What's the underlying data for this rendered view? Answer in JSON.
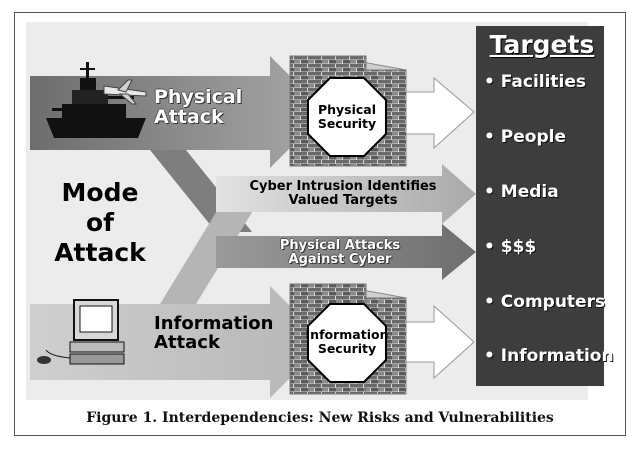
{
  "diagram": {
    "mode_label": [
      "Mode",
      "of",
      "Attack"
    ],
    "physical_attack": [
      "Physical",
      "Attack"
    ],
    "information_attack": [
      "Information",
      "Attack"
    ],
    "physical_security": [
      "Physical",
      "Security"
    ],
    "information_security": [
      "Information",
      "Security"
    ],
    "cyber_intrusion": [
      "Cyber Intrusion Identifies",
      "Valued Targets"
    ],
    "physical_attacks_cyber": [
      "Physical Attacks",
      "Against Cyber"
    ],
    "targets_title": "Targets",
    "targets": [
      "• Facilities",
      "• People",
      "• Media",
      "• $$$",
      "• Computers",
      "• Information"
    ]
  },
  "caption": "Figure 1.  Interdependencies:  New Risks and Vulnerabilities",
  "colors": {
    "dark_panel": "#3d3d3d",
    "band_dark": "#7a7a7a",
    "band_mid": "#9a9a9a",
    "band_light": "#c8c8c8",
    "background": "#e9e9e9"
  }
}
